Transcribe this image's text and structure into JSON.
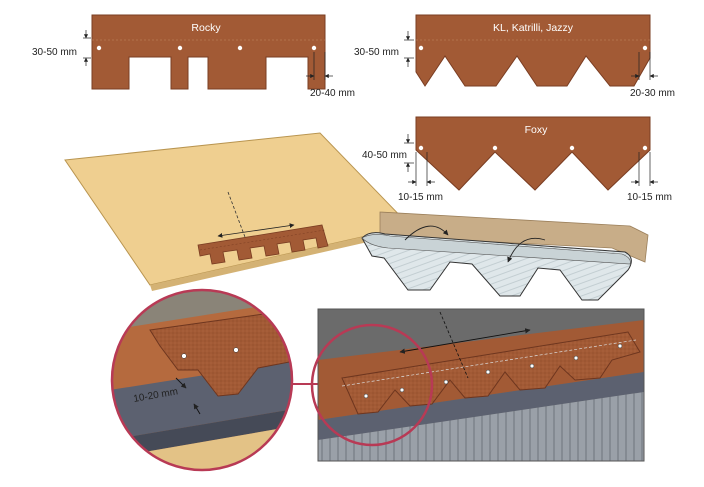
{
  "colors": {
    "shingle": "#a25a35",
    "shingle_edge": "#7a3d22",
    "felt": "#efcf90",
    "felt_edge": "#b99550",
    "membrane": "#dde6e8",
    "ridge": "#c8ad88",
    "circle_ring": "#b83a55",
    "photo_bg": "#6b6b6b",
    "steel": "#5c6170"
  },
  "shingles": {
    "rocky": {
      "title": "Rocky",
      "height_dim": "30-50 mm",
      "edge_dim": "20-40 mm"
    },
    "kl": {
      "title": "KL, Katrilli, Jazzy",
      "height_dim": "30-50 mm",
      "edge_dim": "20-30 mm"
    },
    "foxy": {
      "title": "Foxy",
      "height_dim": "40-50 mm",
      "left_dim": "10-15 mm",
      "right_dim": "10-15 mm"
    }
  },
  "detail": {
    "overlap_dim": "10-20 mm"
  }
}
